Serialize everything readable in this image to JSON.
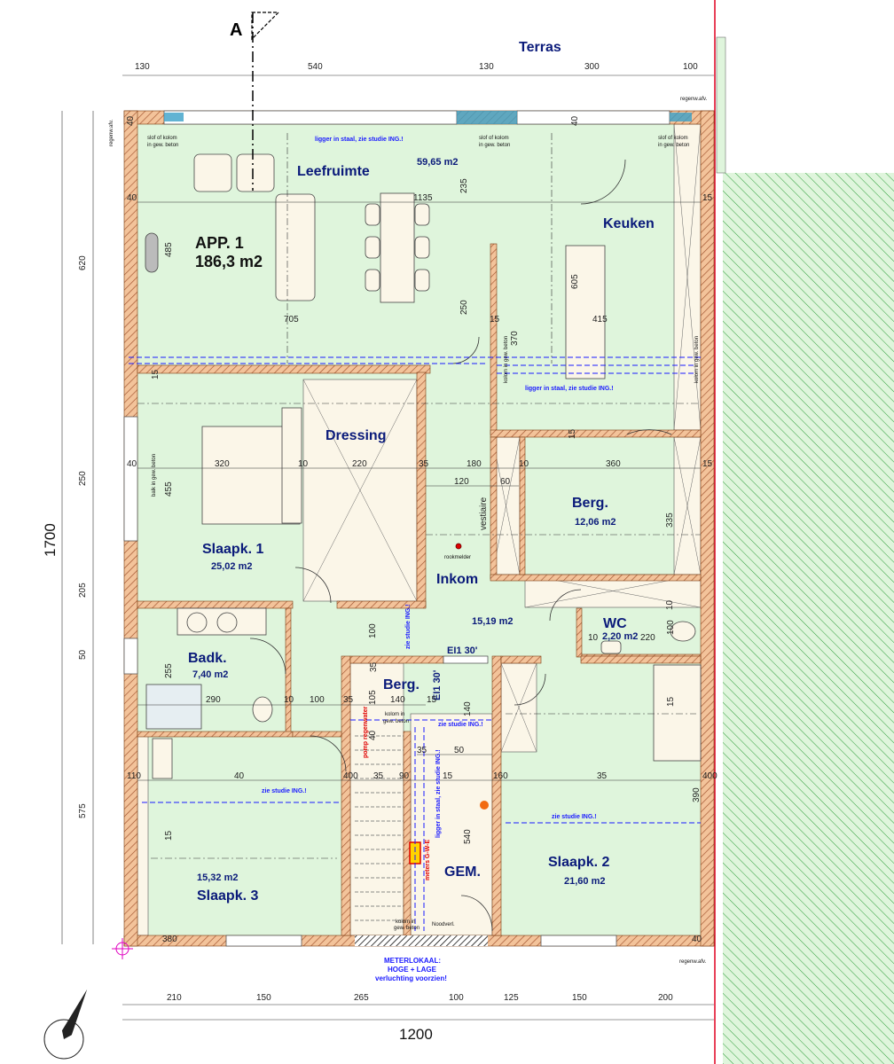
{
  "plan": {
    "terrace_label": "Terras",
    "section_marker": "A",
    "apartment": {
      "name": "APP. 1",
      "area": "186,3 m2"
    },
    "colors": {
      "interior": "#dff5dc",
      "wall_fill": "#f3c39a",
      "wall_hatch": "#a0522d",
      "property_line": "#e00020",
      "garden": "#2e9e3a",
      "notes": "#1a1aff"
    },
    "rooms": [
      {
        "name": "Leefruimte",
        "area": "59,65 m2"
      },
      {
        "name": "Keuken",
        "area": ""
      },
      {
        "name": "Dressing",
        "area": ""
      },
      {
        "name": "Slaapk. 1",
        "area": "25,02 m2"
      },
      {
        "name": "Berg.",
        "area": "12,06 m2"
      },
      {
        "name": "Inkom",
        "area": "15,19 m2"
      },
      {
        "name": "WC",
        "area": "2,20 m2"
      },
      {
        "name": "Badk.",
        "area": "7,40 m2"
      },
      {
        "name": "Berg.",
        "area": ""
      },
      {
        "name": "GEM.",
        "area": ""
      },
      {
        "name": "Slaapk. 2",
        "area": "21,60 m2"
      },
      {
        "name": "Slaapk. 3",
        "area": "15,32 m2"
      }
    ],
    "overall_dims": {
      "width": "1200",
      "depth": "1700"
    },
    "top_dims": [
      "130",
      "540",
      "130",
      "300",
      "100"
    ],
    "bottom_dims": [
      "210",
      "150",
      "265",
      "100",
      "125",
      "150",
      "200"
    ],
    "left_dims": [
      "620",
      "250",
      "205",
      "50",
      "575"
    ],
    "inner_dims": [
      "40",
      "40",
      "40",
      "15",
      "1135",
      "235",
      "485",
      "605",
      "250",
      "705",
      "15",
      "415",
      "370",
      "15",
      "15",
      "40",
      "320",
      "10",
      "220",
      "35",
      "180",
      "10",
      "360",
      "15",
      "120",
      "60",
      "455",
      "335",
      "10",
      "100",
      "10",
      "220",
      "100",
      "255",
      "35",
      "290",
      "10",
      "100",
      "35",
      "105",
      "140",
      "15",
      "140",
      "15",
      "35",
      "50",
      "110",
      "40",
      "400",
      "35",
      "90",
      "15",
      "160",
      "35",
      "400",
      "15",
      "390",
      "540",
      "380",
      "40",
      "40",
      "35"
    ],
    "notes": [
      "ligger in staal, zie studie ING.!",
      "ligger in staal, zie studie ING.!",
      "zie studie ING.!",
      "zie studie ING.!",
      "zie studie ING.!",
      "zie studie ING.!",
      "ligger in staal, zie studie ING.!"
    ],
    "labels": [
      "slof of kolom",
      "in gew. beton",
      "slof of kolom",
      "in gew. beton",
      "slof of kolom",
      "in gew. beton",
      "kolom in",
      "gew. beton",
      "kolom in",
      "gew. beton",
      "kolom in gew. beton",
      "kolom in gew. beton",
      "balk in gew. beton",
      "vestiaire",
      "rookmelder",
      "Noodverl.",
      "regenw.afv.",
      "regenw.afv.",
      "regenw.afv.",
      "EI1 30'",
      "EI1 30'",
      "pomp regenwater",
      "meters G-W-E"
    ],
    "meter_room_note": [
      "METERLOKAAL:",
      "HOGE + LAGE",
      "verluchting voorzien!"
    ]
  }
}
